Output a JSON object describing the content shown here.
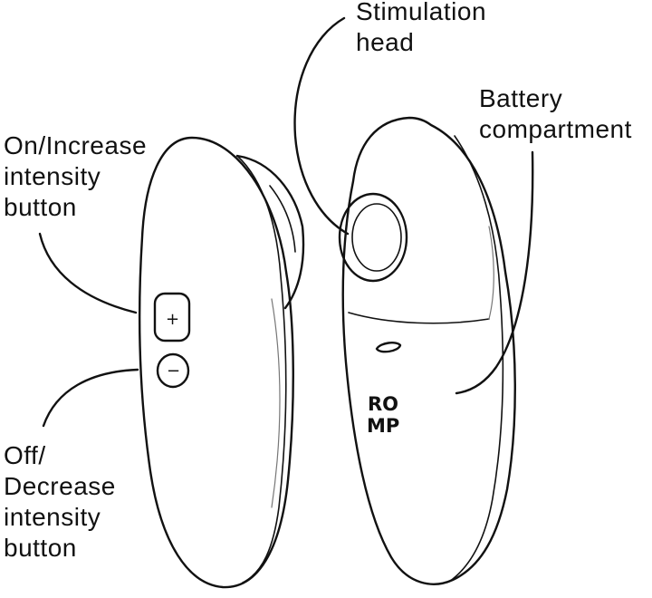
{
  "labels": {
    "stimulation_head": [
      "Stimulation",
      "head"
    ],
    "battery_compartment": [
      "Battery",
      "compartment"
    ],
    "on_increase": [
      "On/Increase",
      "intensity",
      "button"
    ],
    "off_decrease": [
      "Off/",
      "Decrease",
      "intensity",
      "button"
    ]
  },
  "device": {
    "logo_line1": "RO",
    "logo_line2": "MP",
    "plus_glyph": "+",
    "minus_glyph": "−"
  }
}
